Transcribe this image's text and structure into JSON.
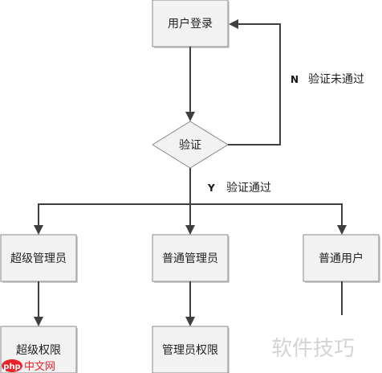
{
  "nodes": {
    "login": "用户登录",
    "verify": "验证",
    "super_admin": "超级管理员",
    "admin": "普通管理员",
    "user": "普通用户",
    "super_rights": "超级权限",
    "admin_rights": "管理员权限"
  },
  "edges": {
    "fail_flag": "N",
    "fail_text": "验证未通过",
    "pass_flag": "Y",
    "pass_text": "验证通过"
  },
  "watermark": {
    "main": "软件技巧",
    "php": "php",
    "cn": "中文网"
  },
  "colors": {
    "box_fill": "#f2f2f2",
    "box_border": "#8a8a8a",
    "line": "#3f3f3f",
    "watermark": "#d4d4d4",
    "php_red": "#e8232a"
  }
}
